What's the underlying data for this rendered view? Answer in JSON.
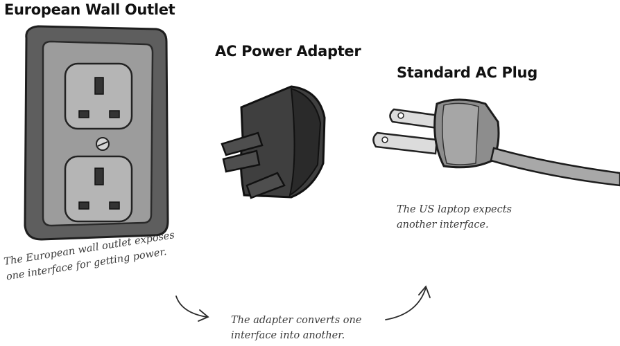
{
  "titles": {
    "outlet": "European Wall Outlet",
    "adapter": "AC Power Adapter",
    "plug": "Standard AC Plug"
  },
  "notes": {
    "outlet_line1": "The European wall outlet exposes",
    "outlet_line2": "one interface for getting power.",
    "adapter_line1": "The adapter converts one",
    "adapter_line2": "interface into another.",
    "plug_line1": "The US laptop expects",
    "plug_line2": "another interface."
  },
  "icons": [
    "wall-outlet-illustration",
    "power-adapter-illustration",
    "ac-plug-illustration"
  ],
  "colors": {
    "outlet_frame": "#5e5e5e",
    "outlet_plate": "#9c9c9c",
    "adapter_body": "#3f3f3f",
    "plug_body": "#8d8d8d"
  }
}
